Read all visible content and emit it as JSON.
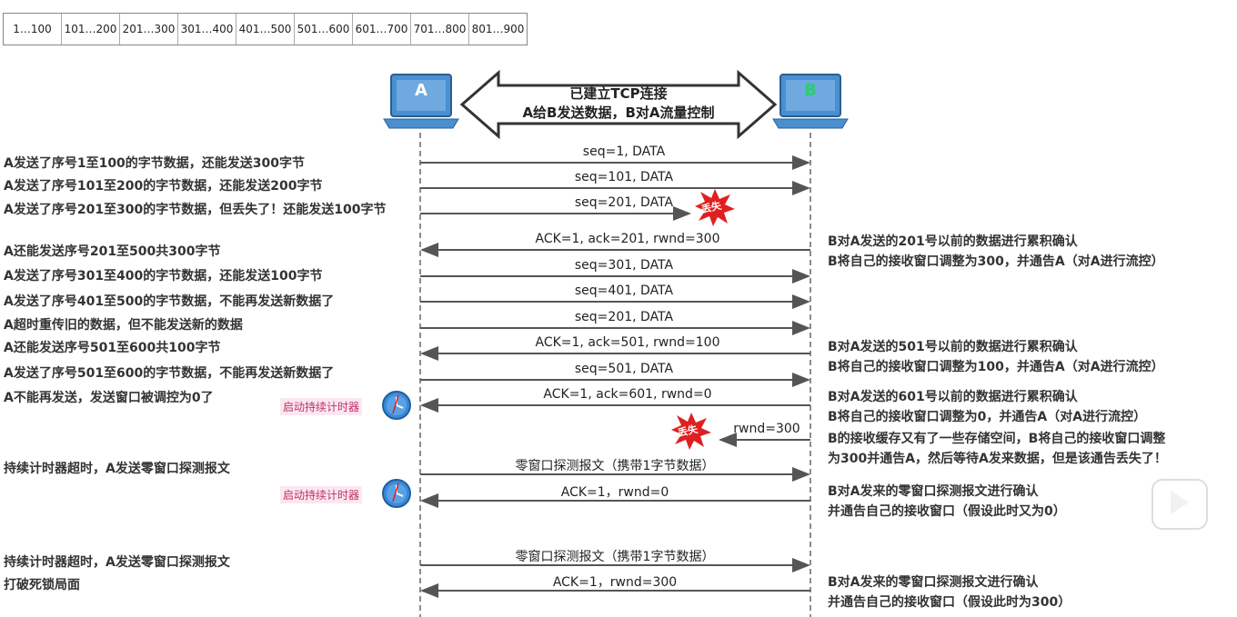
{
  "seq_bar": [
    "1…100",
    "101…200",
    "201…300",
    "301…400",
    "401…500",
    "501…600",
    "601…700",
    "701…800",
    "801…900"
  ],
  "hosts": {
    "a": "A",
    "b": "B"
  },
  "banner": {
    "line1": "已建立TCP连接",
    "line2": "A给B发送数据，B对A流量控制"
  },
  "lost_stamp": "丢失",
  "timer_label": "启动持续计时器",
  "messages": [
    {
      "text": "seq=1, DATA",
      "dir": "A->B"
    },
    {
      "text": "seq=101, DATA",
      "dir": "A->B"
    },
    {
      "text": "seq=201, DATA",
      "dir": "A->B",
      "lost": true
    },
    {
      "text": "ACK=1, ack=201, rwnd=300",
      "dir": "B->A"
    },
    {
      "text": "seq=301, DATA",
      "dir": "A->B"
    },
    {
      "text": "seq=401, DATA",
      "dir": "A->B"
    },
    {
      "text": "seq=201, DATA",
      "dir": "A->B"
    },
    {
      "text": "ACK=1, ack=501, rwnd=100",
      "dir": "B->A"
    },
    {
      "text": "seq=501, DATA",
      "dir": "A->B"
    },
    {
      "text": "ACK=1, ack=601, rwnd=0",
      "dir": "B->A"
    },
    {
      "text": "rwnd=300",
      "dir": "B->A",
      "lost": true
    },
    {
      "text": "零窗口探测报文（携带1字节数据）",
      "dir": "A->B"
    },
    {
      "text": "ACK=1，rwnd=0",
      "dir": "B->A"
    },
    {
      "text": "零窗口探测报文（携带1字节数据）",
      "dir": "A->B"
    },
    {
      "text": "ACK=1，rwnd=300",
      "dir": "B->A"
    }
  ],
  "left_notes": [
    "A发送了序号1至100的字节数据，还能发送300字节",
    "A发送了序号101至200的字节数据，还能发送200字节",
    "A发送了序号201至300的字节数据，但丢失了！还能发送100字节",
    "A还能发送序号201至500共300字节",
    "A发送了序号301至400的字节数据，还能发送100字节",
    "A发送了序号401至500的字节数据，不能再发送新数据了",
    "A超时重传旧的数据，但不能发送新的数据",
    "A还能发送序号501至600共100字节",
    "A发送了序号501至600的字节数据，不能再发送新数据了",
    "A不能再发送，发送窗口被调控为0了",
    "持续计时器超时，A发送零窗口探测报文",
    "持续计时器超时，A发送零窗口探测报文",
    "打破死锁局面"
  ],
  "right_notes": [
    "B对A发送的201号以前的数据进行累积确认",
    "B将自己的接收窗口调整为300，并通告A（对A进行流控）",
    "B对A发送的501号以前的数据进行累积确认",
    "B将自己的接收窗口调整为100，并通告A（对A进行流控）",
    "B对A发送的601号以前的数据进行累积确认",
    "B将自己的接收窗口调整为0，并通告A（对A进行流控）",
    "B的接收缓存又有了一些存储空间，B将自己的接收窗口调整",
    "为300并通告A，然后等待A发来数据，但是该通告丢失了！",
    "B对A发来的零窗口探测报文进行确认",
    "并通告自己的接收窗口（假设此时又为0）",
    "B对A发来的零窗口探测报文进行确认",
    "并通告自己的接收窗口（假设此时为300）"
  ],
  "colors": {
    "host_a": "#4a8fd0",
    "host_b": "#4a8fd0",
    "host_b_label": "#2ecc71",
    "arrow": "#555555",
    "lost": "#e02020",
    "timer_pink": "#c0306a"
  }
}
